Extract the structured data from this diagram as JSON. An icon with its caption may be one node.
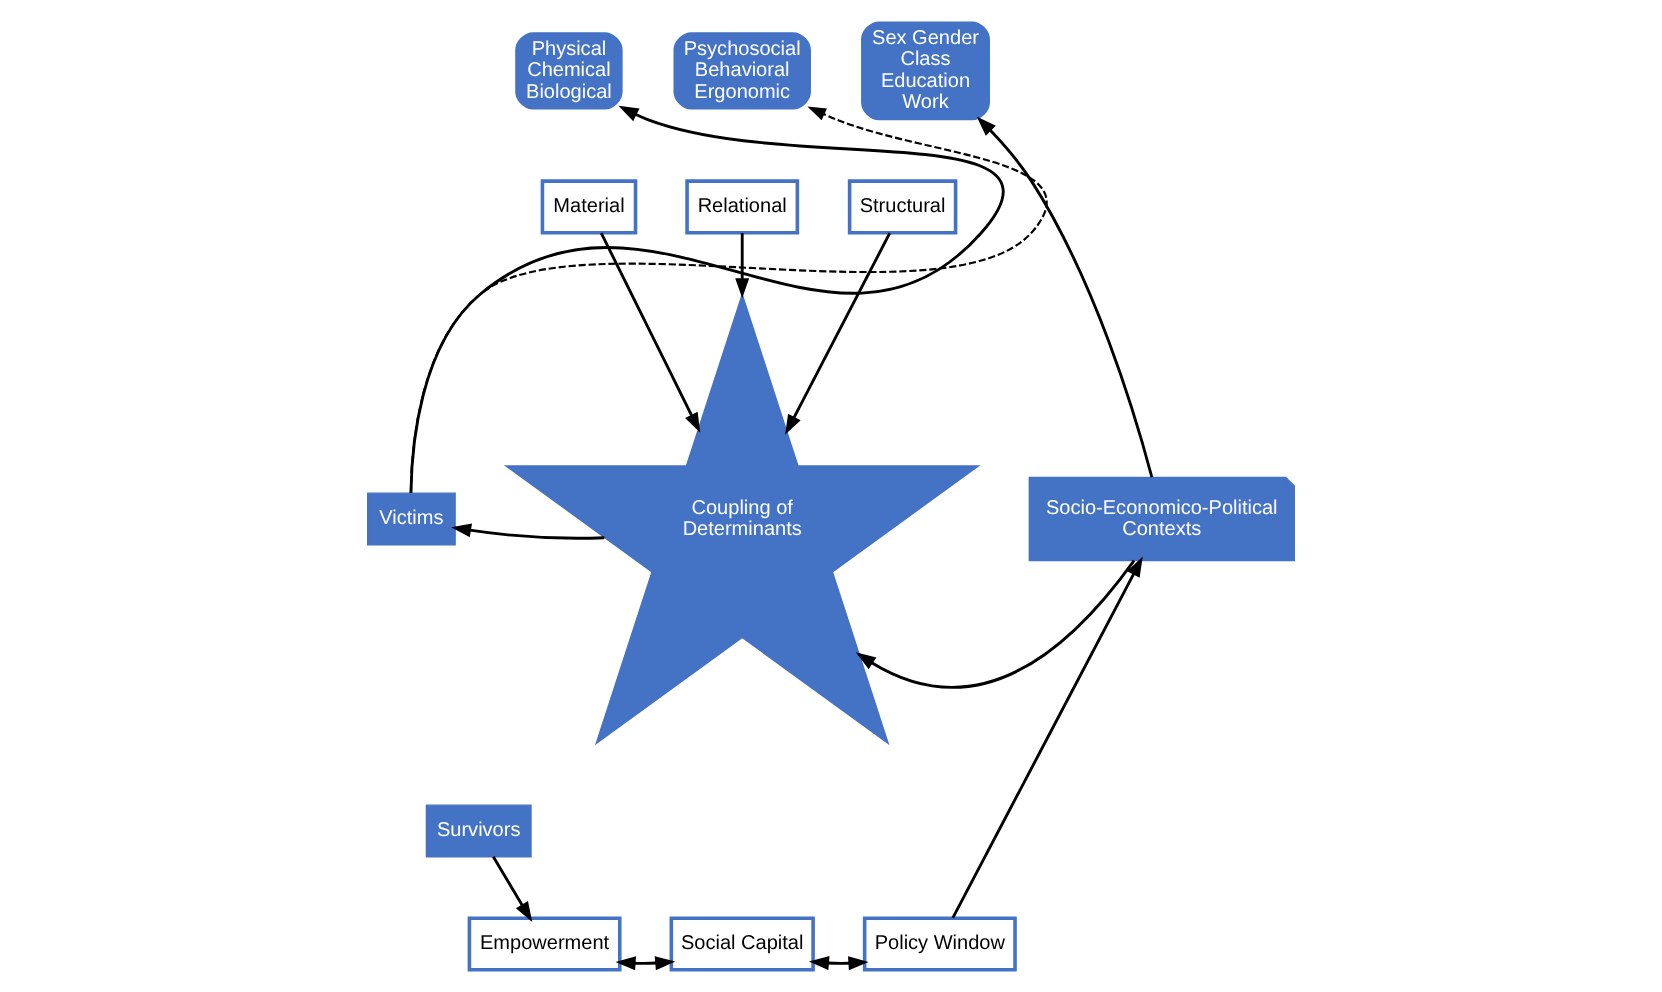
{
  "diagram": {
    "nodes": [
      {
        "text": [
          "Physical Chemical Biological"
        ]
      },
      {
        "text": [
          "Psychosocial Behavioral Ergonomic"
        ]
      },
      {
        "text": [
          "Sex Gender Class Education Work"
        ]
      },
      {
        "text": [
          "Material"
        ]
      },
      {
        "text": [
          "Relational"
        ]
      },
      {
        "text": [
          "Structural"
        ]
      },
      {
        "text": [
          "Victims"
        ]
      },
      {
        "text": [
          "Survivors"
        ]
      },
      {
        "text": [
          "Coupling of Determinants"
        ]
      },
      {
        "text": [
          "Socio-Economico-Political Contexts"
        ]
      },
      {
        "text": [
          "Empowerment"
        ]
      },
      {
        "text": [
          "Social Capital"
        ]
      },
      {
        "text": [
          "Policy Window"
        ]
      }
    ],
    "edges": [
      {
        "from": 6,
        "to": 1,
        "arrow": "to",
        "style": "dashed"
      },
      {
        "from": 6,
        "to": 0,
        "arrow": "to"
      },
      {
        "from": 3,
        "to": 8,
        "arrow": "to"
      },
      {
        "from": 4,
        "to": 8,
        "arrow": "to"
      },
      {
        "from": 5,
        "to": 8,
        "arrow": "to"
      },
      {
        "from": 8,
        "to": 6,
        "arrow": "to"
      },
      {
        "from": 9,
        "to": 8,
        "arrow": "to"
      },
      {
        "from": 9,
        "to": 2,
        "arrow": "to"
      },
      {
        "from": 7,
        "to": 10,
        "arrow": "to"
      },
      {
        "from": 10,
        "to": 11,
        "arrow": "both"
      },
      {
        "from": 11,
        "to": 12,
        "arrow": "both"
      },
      {
        "from": 12,
        "to": 9,
        "arrow": "to"
      }
    ]
  }
}
